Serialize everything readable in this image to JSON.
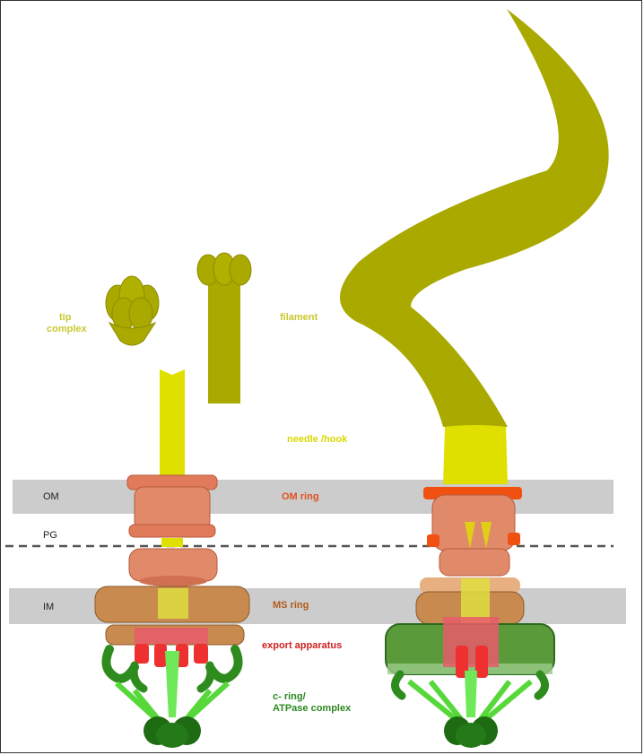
{
  "membrane_labels": {
    "om": "OM",
    "pg": "PG",
    "im": "IM"
  },
  "component_labels": {
    "tip_line1": "tip",
    "tip_line2": "complex",
    "filament": "filament",
    "needle_hook": "needle /hook",
    "om_ring": "OM ring",
    "ms_ring": "MS ring",
    "export_apparatus": "export apparatus",
    "cring_line1": "c- ring/",
    "cring_line2": "ATPase complex"
  },
  "colors": {
    "olive": "#a9a900",
    "olive_dark": "#8c8c00",
    "yellow": "#e0e000",
    "om_ring": "#e07a5a",
    "ms_ring": "#c98a50",
    "export": "#e02020",
    "atpase": "#2e8b1e",
    "atpase_light": "#57d83a",
    "membrane": "#cccccc",
    "label_red": "#e05020",
    "label_brown": "#b05a1a",
    "label_green": "#2b8a1f"
  }
}
